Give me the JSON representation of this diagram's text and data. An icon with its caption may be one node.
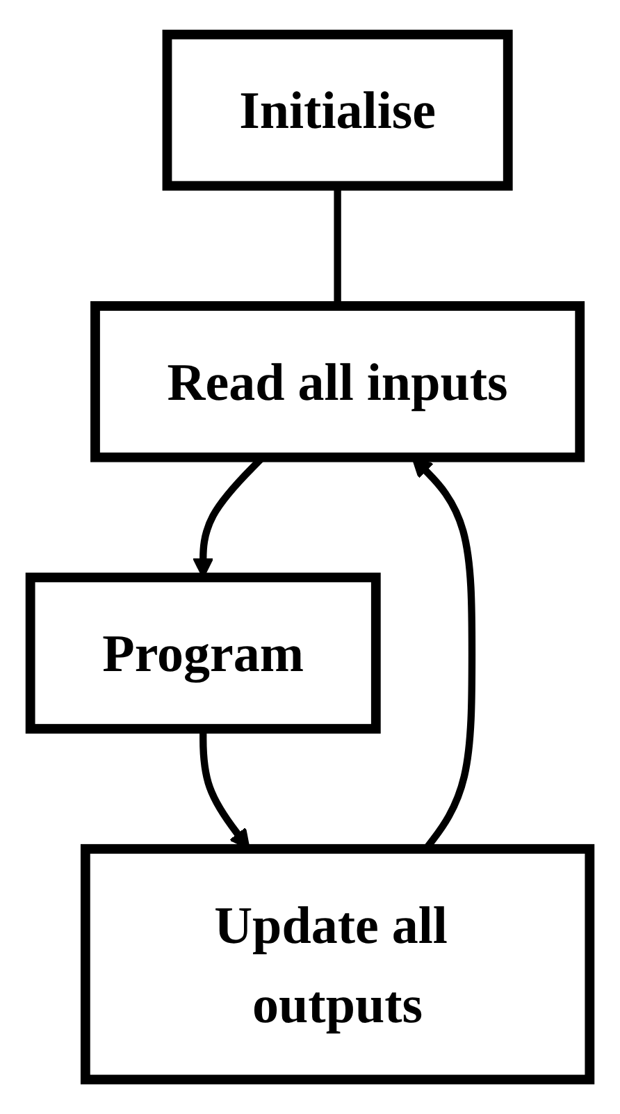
{
  "diagram": {
    "nodes": [
      {
        "text": [
          "Initialise"
        ]
      },
      {
        "text": [
          "Read all inputs"
        ]
      },
      {
        "text": [
          "Program"
        ]
      },
      {
        "text": [
          "Update all outputs"
        ]
      }
    ],
    "edges": [
      {
        "from": 0,
        "to": 1,
        "arrow": "none"
      },
      {
        "from": 1,
        "to": 2,
        "arrow": "to"
      },
      {
        "from": 2,
        "to": 3,
        "arrow": "to"
      },
      {
        "from": 3,
        "to": 1,
        "arrow": "to"
      }
    ]
  }
}
